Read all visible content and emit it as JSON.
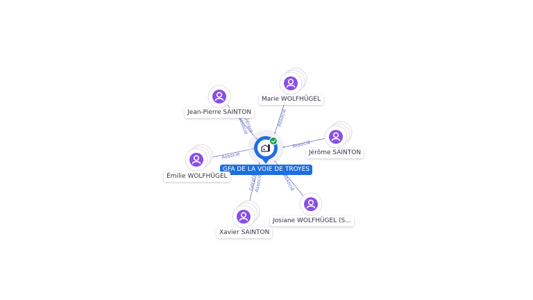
{
  "colors": {
    "person_accent": "#8a4fe6",
    "company_accent": "#1d6fe0",
    "edge": "#6b6fbf",
    "verified": "#1f9d55"
  },
  "center": {
    "label": "GFA DE LA VOIE DE TROYES",
    "icon": "building-icon",
    "badge_icon": "check-badge-icon"
  },
  "people": [
    {
      "key": "marie",
      "label": "Marie WOLFHÜGEL",
      "icon": "person-icon"
    },
    {
      "key": "jean-pierre",
      "label": "Jean-Pierre SAINTON",
      "icon": "person-icon"
    },
    {
      "key": "jerome",
      "label": "Jérôme SAINTON",
      "icon": "person-icon"
    },
    {
      "key": "emilie",
      "label": "Émilie WOLFHÜGEL",
      "icon": "person-icon"
    },
    {
      "key": "josiane",
      "label": "Josiane WOLFHÜGEL (S...",
      "icon": "person-icon"
    },
    {
      "key": "xavier",
      "label": "Xavier SAINTON",
      "icon": "person-icon"
    }
  ],
  "edges": {
    "marie": "Associé",
    "jean_pierre_1": "Gérant",
    "jean_pierre_2": "Associé",
    "jerome": "Associé",
    "emilie": "Associé",
    "josiane": "Associé",
    "xavier_1": "Gérant",
    "xavier_2": "Associé"
  }
}
